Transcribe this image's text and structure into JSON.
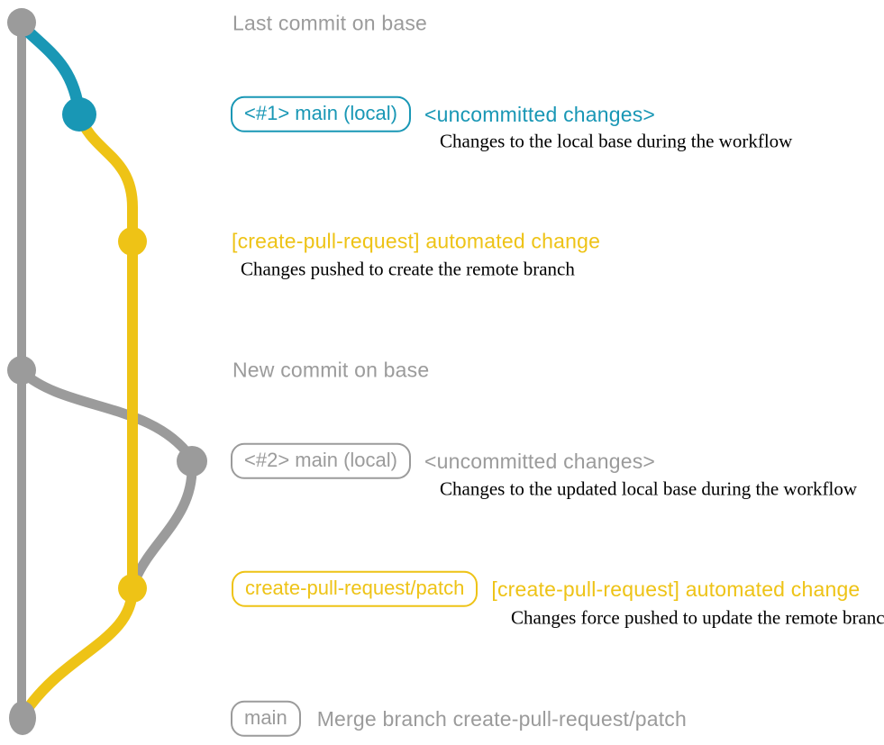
{
  "colors": {
    "gray": "#9b9b9b",
    "teal": "#1997b5",
    "yellow": "#eec316",
    "note_text": "#000000",
    "background": "#ffffff"
  },
  "graph": {
    "nodes": [
      {
        "id": "last-commit-on-base",
        "color": "gray"
      },
      {
        "id": "local-main-1",
        "color": "teal"
      },
      {
        "id": "remote-branch-commit-1",
        "color": "yellow"
      },
      {
        "id": "new-commit-on-base",
        "color": "gray"
      },
      {
        "id": "local-main-2",
        "color": "gray"
      },
      {
        "id": "remote-branch-commit-2",
        "color": "yellow"
      },
      {
        "id": "merge-commit",
        "color": "gray"
      }
    ]
  },
  "annotations": {
    "top": {
      "label": "Last commit on base"
    },
    "uncommitted_1": {
      "badge": "<#1> main (local)",
      "title": "<uncommitted changes>",
      "note": "Changes to the local base during the workflow"
    },
    "automated_1": {
      "title": "[create-pull-request] automated change",
      "note": "Changes pushed to create the remote branch"
    },
    "new_base": {
      "label": "New commit on base"
    },
    "uncommitted_2": {
      "badge": "<#2> main (local)",
      "title": "<uncommitted changes>",
      "note": "Changes to the updated local base during the workflow"
    },
    "automated_2": {
      "badge": "create-pull-request/patch",
      "title": "[create-pull-request] automated change",
      "note": "Changes force pushed to update the remote branch"
    },
    "merge": {
      "badge": "main",
      "title": "Merge branch create-pull-request/patch"
    }
  }
}
